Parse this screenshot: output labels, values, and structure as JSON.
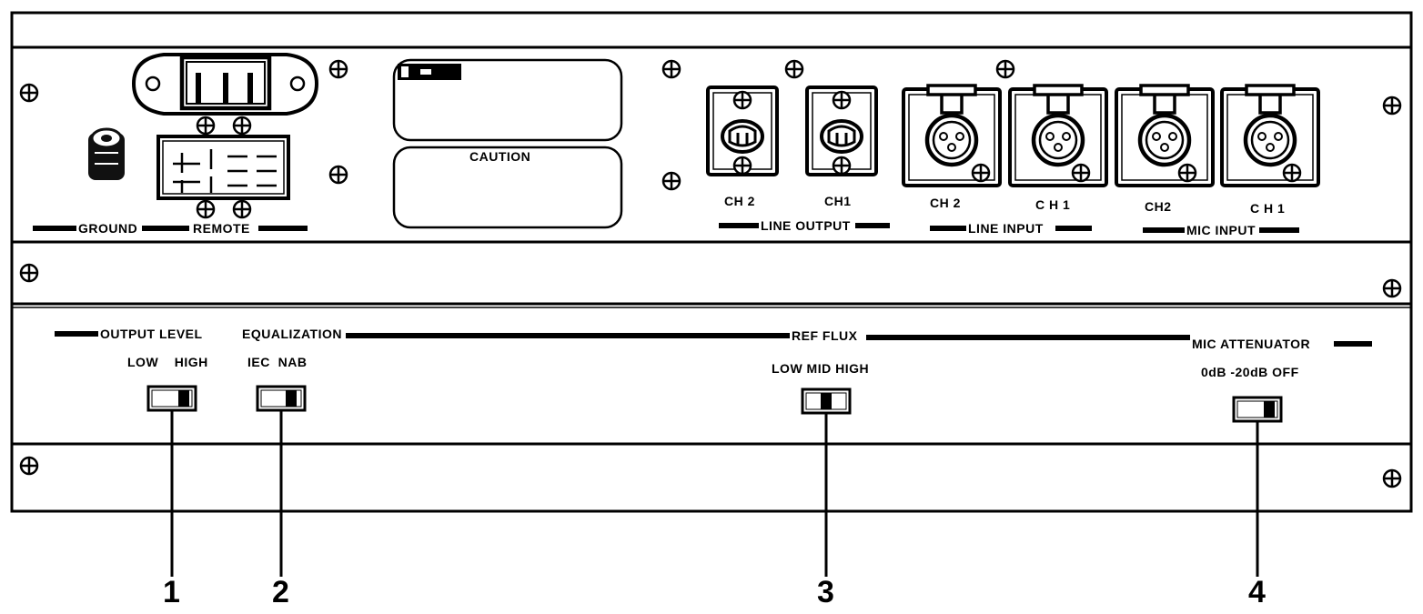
{
  "rear_panel": {
    "power_section": {
      "ground_label": "GROUND",
      "remote_label": "REMOTE"
    },
    "caution_label": "CAUTION",
    "connectors": [
      {
        "channel": "CH 2",
        "group": "line_output"
      },
      {
        "channel": "CH1",
        "group": "line_output"
      },
      {
        "channel": "CH 2",
        "group": "line_input"
      },
      {
        "channel": "C H 1",
        "group": "line_input"
      },
      {
        "channel": "CH2",
        "group": "mic_input"
      },
      {
        "channel": "C H 1",
        "group": "mic_input"
      }
    ],
    "groups": {
      "line_output": "LINE OUTPUT",
      "line_input": "LINE INPUT",
      "mic_input": "MIC INPUT"
    }
  },
  "controls": {
    "output_level": {
      "title": "OUTPUT LEVEL",
      "options": "LOW    HIGH",
      "callout": "1"
    },
    "equalization": {
      "title": "EQUALIZATION",
      "options": "IEC  NAB",
      "callout": "2"
    },
    "ref_flux": {
      "title": "REF FLUX",
      "options": "LOW MID HIGH",
      "callout": "3"
    },
    "mic_attenuator": {
      "title": "MIC ATTENUATOR",
      "options": "0dB -20dB OFF",
      "callout": "4"
    }
  }
}
